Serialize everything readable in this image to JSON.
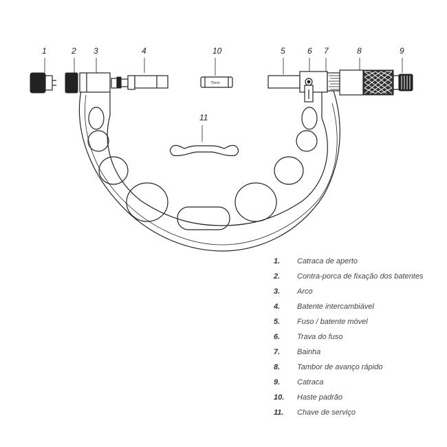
{
  "callouts": [
    "1",
    "2",
    "3",
    "4",
    "5",
    "6",
    "7",
    "8",
    "9",
    "10",
    "11"
  ],
  "standard_rod_text": "75mm",
  "legend": [
    {
      "num": "1.",
      "label": "Catraca de aperto"
    },
    {
      "num": "2.",
      "label": "Contra-porca de fixação dos batentes"
    },
    {
      "num": "3.",
      "label": "Arco"
    },
    {
      "num": "4.",
      "label": "Batente intercambiável"
    },
    {
      "num": "5.",
      "label": "Fuso / batente móvel"
    },
    {
      "num": "6.",
      "label": "Trava do fuso"
    },
    {
      "num": "7.",
      "label": "Bainha"
    },
    {
      "num": "8.",
      "label": "Tambor de avanço rápido"
    },
    {
      "num": "9.",
      "label": "Catraca"
    },
    {
      "num": "10.",
      "label": "Haste padrão"
    },
    {
      "num": "11.",
      "label": "Chave de serviço"
    }
  ]
}
